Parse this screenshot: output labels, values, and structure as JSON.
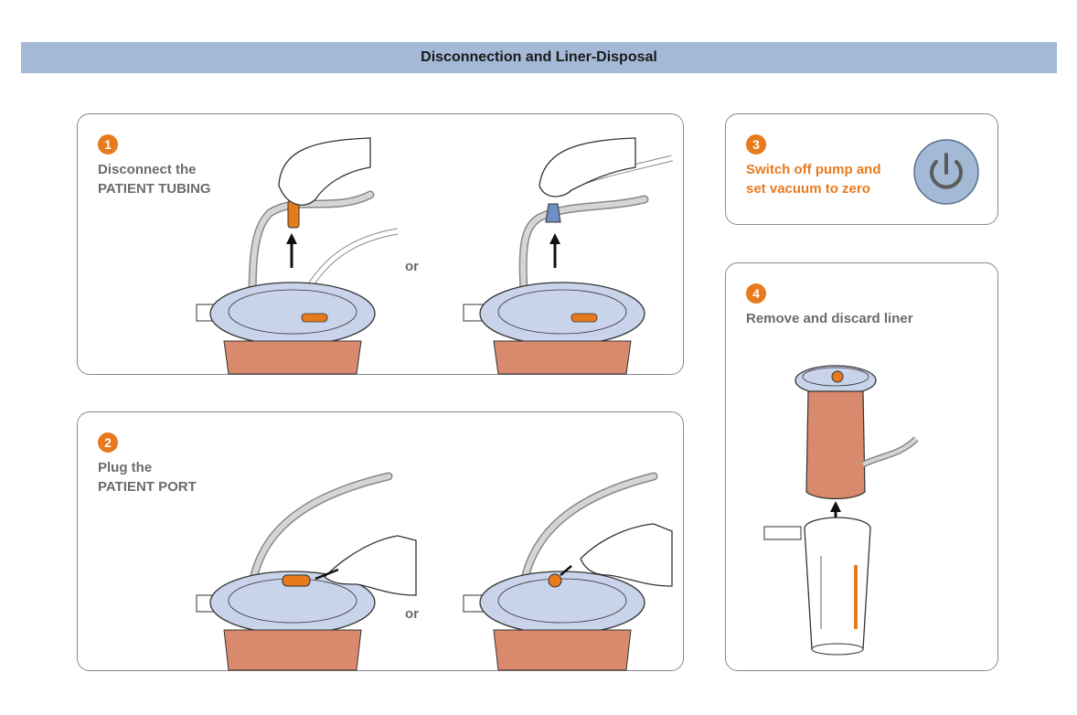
{
  "title": "Disconnection and Liner-Disposal",
  "steps": [
    {
      "number": "1",
      "line1": "Disconnect the",
      "line2": "PATIENT TUBING",
      "or_label": "or"
    },
    {
      "number": "2",
      "line1": "Plug the",
      "line2": "PATIENT PORT",
      "or_label": "or"
    },
    {
      "number": "3",
      "line1": "Switch off pump and",
      "line2": "set vacuum to zero",
      "icon": "power-icon"
    },
    {
      "number": "4",
      "line1": "Remove and discard liner"
    }
  ],
  "colors": {
    "accent": "#e87a1e",
    "header": "#a3b9d6",
    "lid": "#c9d3ea",
    "fluid": "#d98a6c",
    "tube": "#cfcfcf"
  }
}
